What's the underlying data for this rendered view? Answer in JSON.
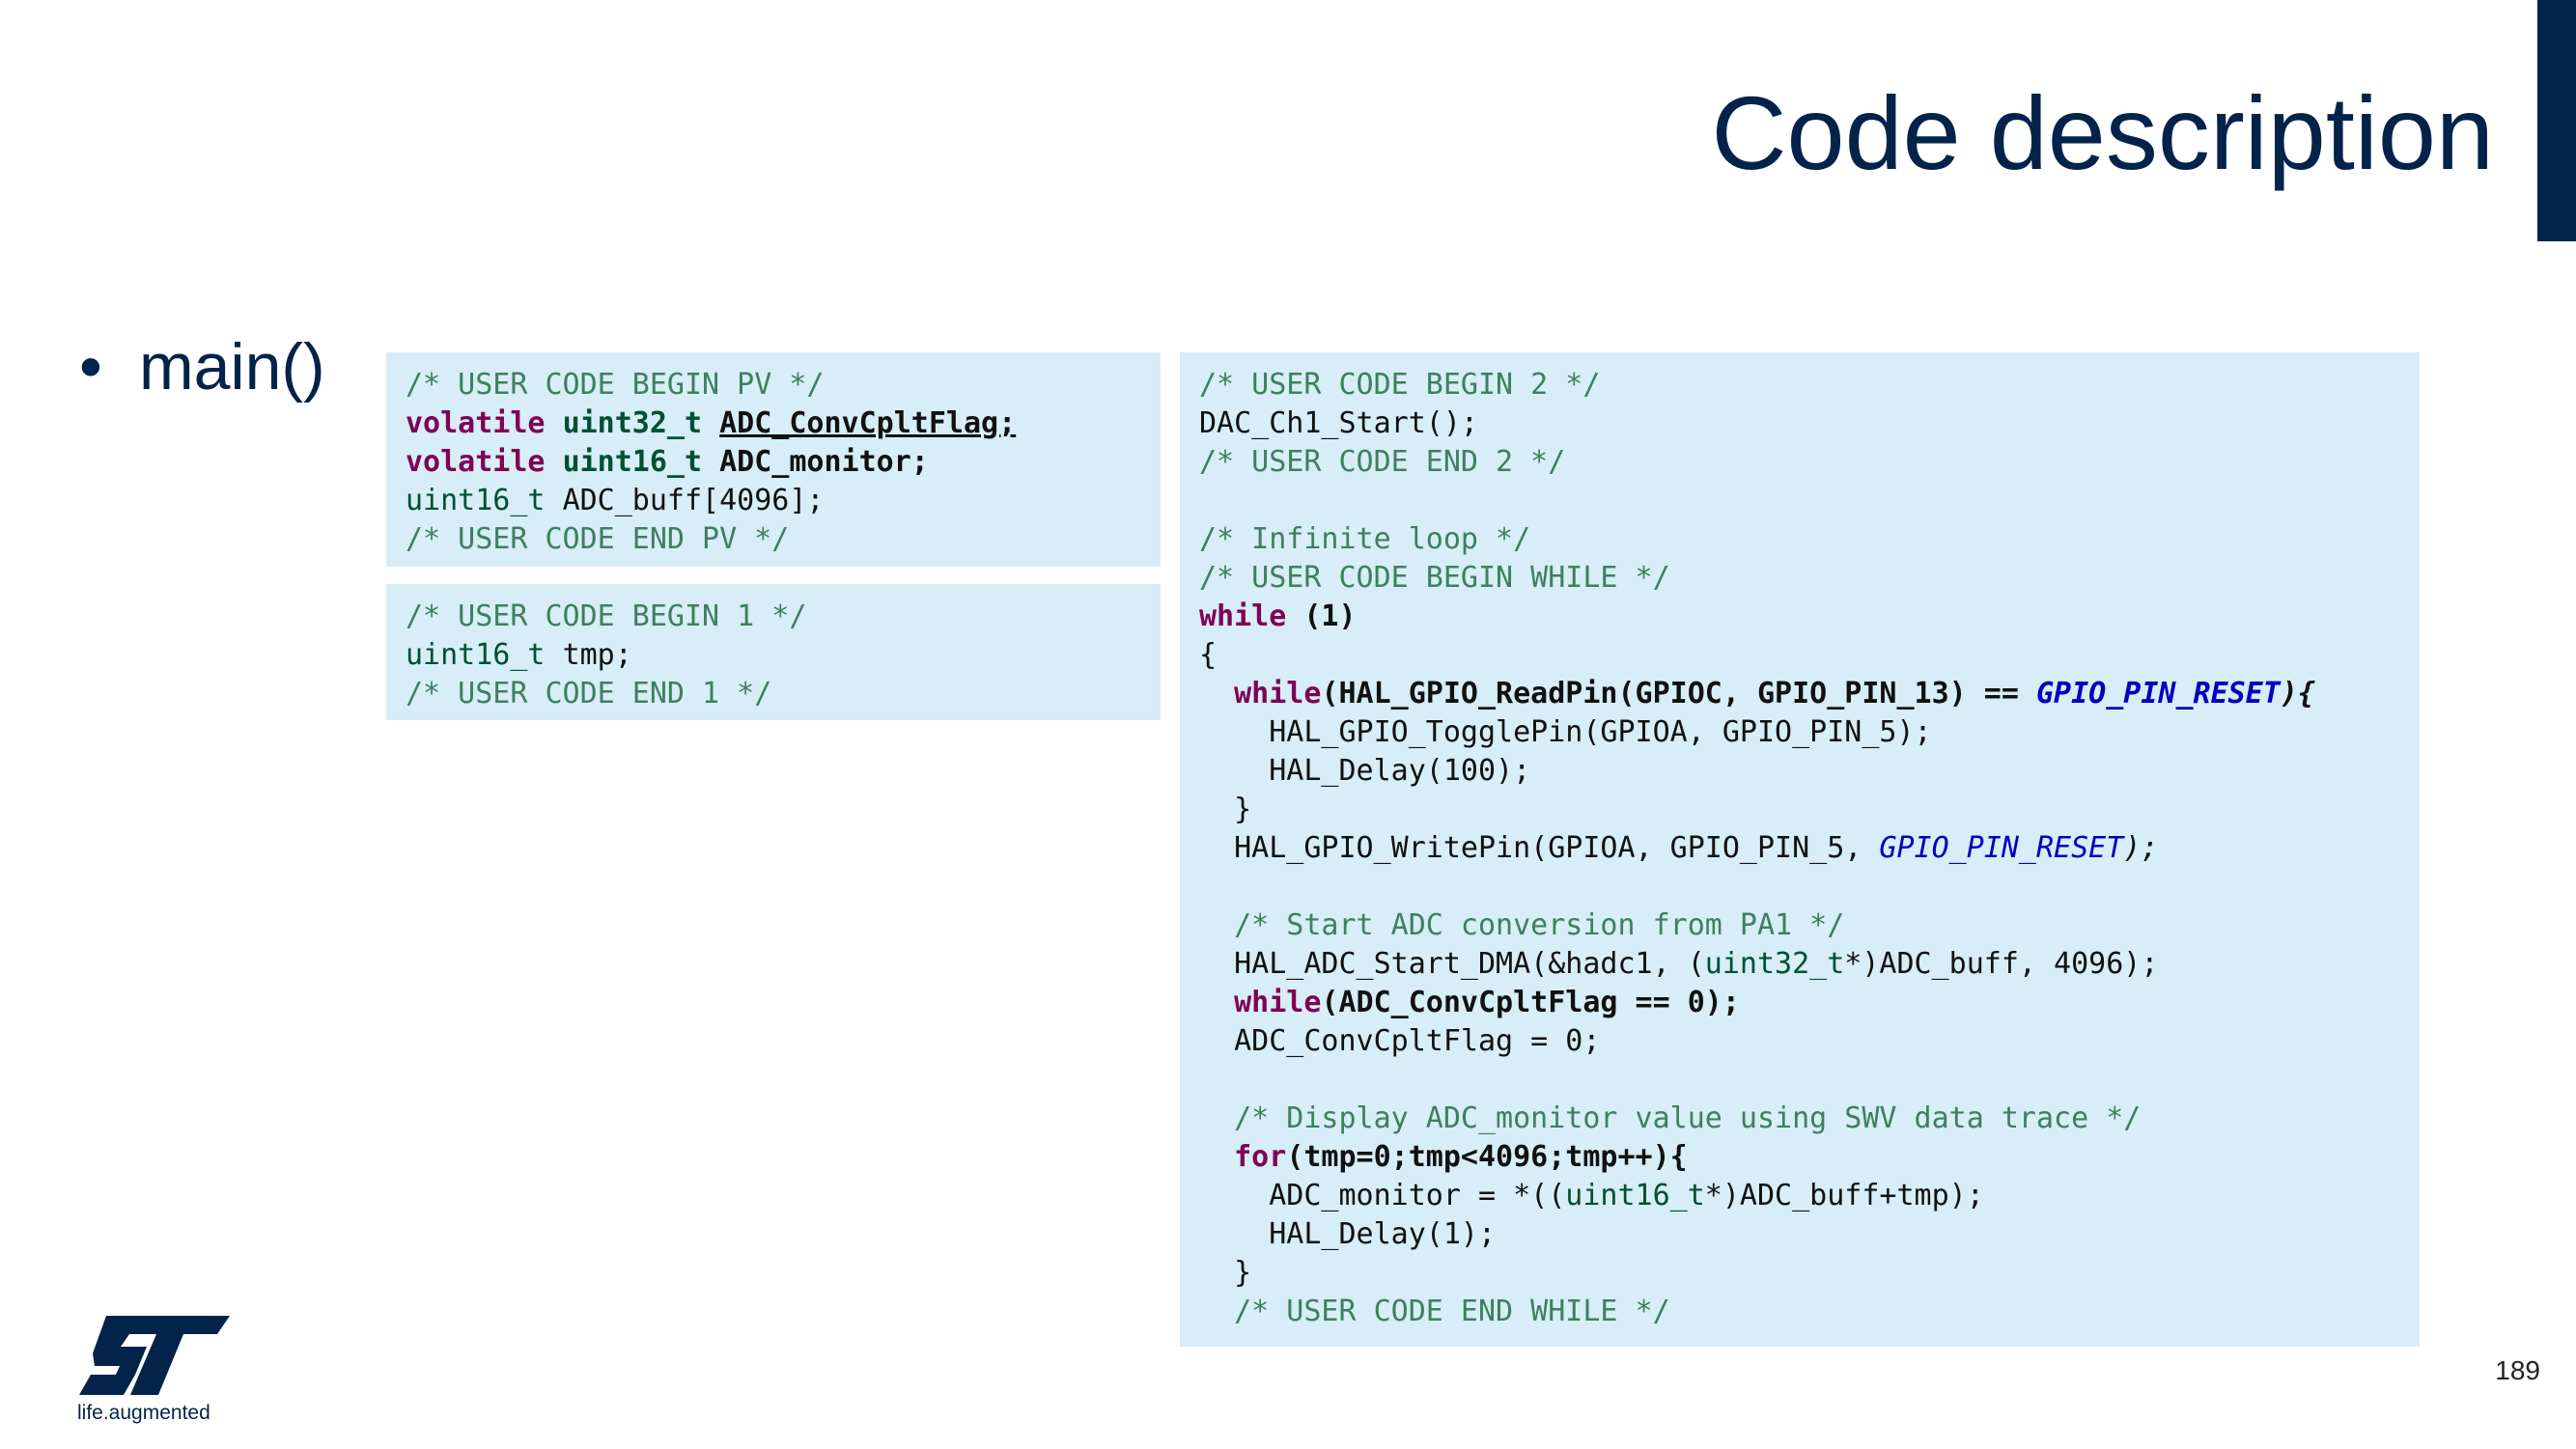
{
  "slide": {
    "title": "Code description",
    "bullet": "main()",
    "page_number": "189",
    "logo_tagline": "life.augmented",
    "colors": {
      "title": "#03234b",
      "accent_bar": "#03234b",
      "code_background": "#d7edf7",
      "comment": "#3f7f5f",
      "keyword": "#7f0055",
      "type": "#005032",
      "enum_constant": "#0000c0"
    }
  },
  "code_pv": {
    "begin": "/* USER CODE BEGIN PV */",
    "l2_kw": "volatile",
    "l2_type": "uint32_t",
    "l2_var": "ADC_ConvCpltFlag;",
    "l3_kw": "volatile",
    "l3_type": "uint16_t",
    "l3_var": "ADC_monitor;",
    "l4_type": "uint16_t",
    "l4_rest": "ADC_buff[4096];",
    "end": "/* USER CODE END PV */"
  },
  "code_1": {
    "begin": "/* USER CODE BEGIN 1 */",
    "l2_type": "uint16_t",
    "l2_rest": "tmp;",
    "end": "/* USER CODE END 1 */"
  },
  "code_2": {
    "begin": "/* USER CODE BEGIN 2 */",
    "dac_start": "DAC_Ch1_Start();",
    "end2": "/* USER CODE END 2 */",
    "loop_comment": "/* Infinite loop */",
    "begin_while": "/* USER CODE BEGIN WHILE */",
    "while_kw": "while",
    "while_cond": "(1)",
    "open_brace": "{",
    "inner_while_kw": "while",
    "inner_while_cond": "(HAL_GPIO_ReadPin(GPIOC, GPIO_PIN_13) ==",
    "inner_while_enum": "GPIO_PIN_RESET",
    "inner_while_end": "){",
    "toggle": "HAL_GPIO_TogglePin(GPIOA, GPIO_PIN_5);",
    "delay100": "HAL_Delay(100);",
    "close1": "}",
    "write_pin": "HAL_GPIO_WritePin(GPIOA, GPIO_PIN_5,",
    "write_pin_enum": "GPIO_PIN_RESET",
    "write_pin_end": ");",
    "adc_comment": "/* Start ADC conversion from PA1 */",
    "dma_start_a": "HAL_ADC_Start_DMA(&hadc1, (",
    "dma_type": "uint32_t",
    "dma_start_b": "*)ADC_buff, 4096);",
    "flag_while_kw": "while",
    "flag_while_cond": "(ADC_ConvCpltFlag == 0);",
    "flag_reset": "ADC_ConvCpltFlag = 0;",
    "swv_comment": "/* Display ADC_monitor value using SWV data trace */",
    "for_kw": "for",
    "for_cond": "(tmp=0;tmp<4096;tmp++){",
    "monitor_a": "ADC_monitor = *((",
    "monitor_type": "uint16_t",
    "monitor_b": "*)ADC_buff+tmp);",
    "delay1": "HAL_Delay(1);",
    "close2": "}",
    "end_while": "/* USER CODE END WHILE */"
  }
}
